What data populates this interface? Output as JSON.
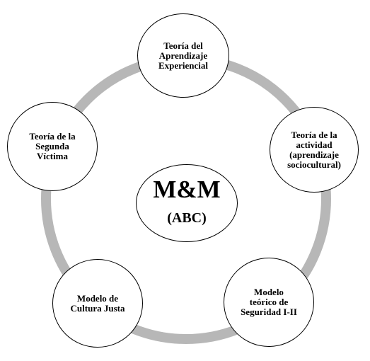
{
  "colors": {
    "ring": "#b7b7b7",
    "outline": "#000000",
    "fill": "#ffffff",
    "text": "#000000"
  },
  "center": {
    "title": "M&M",
    "subtitle": "(ABC)"
  },
  "nodes": [
    {
      "id": "top",
      "label": "Teoría del\nAprendizaje\nExperiencial"
    },
    {
      "id": "right",
      "label": "Teoría de la\nactividad\n(aprendizaje\nsociocultural)"
    },
    {
      "id": "bottom-right",
      "label": "Modelo\nteórico de\nSeguridad I-II"
    },
    {
      "id": "bottom-left",
      "label": "Modelo de\nCultura Justa"
    },
    {
      "id": "left",
      "label": "Teoría de la\nSegunda\nVíctima"
    }
  ]
}
